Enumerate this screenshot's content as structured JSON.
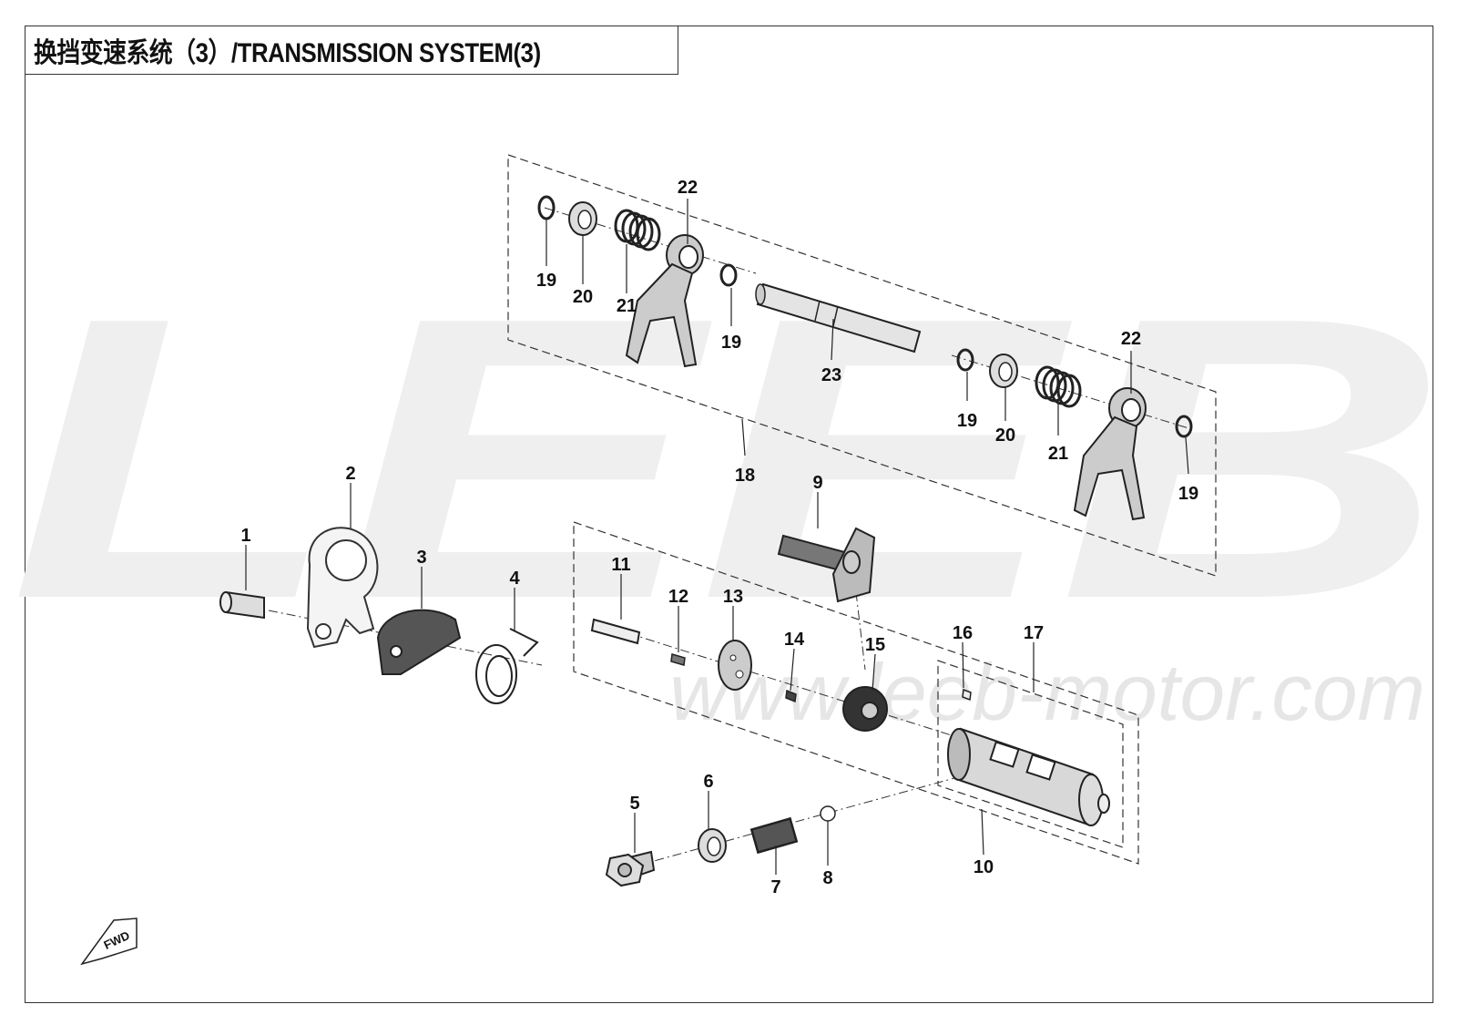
{
  "title": "换挡变速系统（3）/TRANSMISSION SYSTEM(3)",
  "watermark": {
    "brand": "LEEB",
    "url": "www.leeb-motor.com"
  },
  "fwd_badge": "FWD",
  "callouts": [
    {
      "id": "c1",
      "text": "1"
    },
    {
      "id": "c2",
      "text": "2"
    },
    {
      "id": "c3",
      "text": "3"
    },
    {
      "id": "c4",
      "text": "4"
    },
    {
      "id": "c5",
      "text": "5"
    },
    {
      "id": "c6",
      "text": "6"
    },
    {
      "id": "c7",
      "text": "7"
    },
    {
      "id": "c8",
      "text": "8"
    },
    {
      "id": "c9",
      "text": "9"
    },
    {
      "id": "c10",
      "text": "10"
    },
    {
      "id": "c11",
      "text": "11"
    },
    {
      "id": "c12",
      "text": "12"
    },
    {
      "id": "c13",
      "text": "13"
    },
    {
      "id": "c14",
      "text": "14"
    },
    {
      "id": "c15",
      "text": "15"
    },
    {
      "id": "c16",
      "text": "16"
    },
    {
      "id": "c17",
      "text": "17"
    },
    {
      "id": "c18",
      "text": "18"
    },
    {
      "id": "c19a",
      "text": "19"
    },
    {
      "id": "c19b",
      "text": "19"
    },
    {
      "id": "c19c",
      "text": "19"
    },
    {
      "id": "c19d",
      "text": "19"
    },
    {
      "id": "c20a",
      "text": "20"
    },
    {
      "id": "c20b",
      "text": "20"
    },
    {
      "id": "c21a",
      "text": "21"
    },
    {
      "id": "c21b",
      "text": "21"
    },
    {
      "id": "c22a",
      "text": "22"
    },
    {
      "id": "c22b",
      "text": "22"
    },
    {
      "id": "c23",
      "text": "23"
    }
  ],
  "colors": {
    "line": "#222222",
    "watermark": "#efefef",
    "part_dark": "#3a3a3a",
    "part_mid": "#8a8a8a",
    "part_light": "#d8d8d8"
  }
}
